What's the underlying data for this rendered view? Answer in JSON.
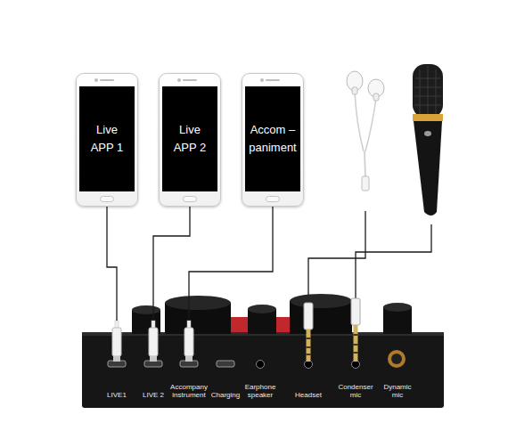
{
  "diagram": {
    "nodes": [
      {
        "text": [
          "Live APP 1"
        ]
      },
      {
        "text": [
          "Live APP 2"
        ]
      },
      {
        "text": [
          "Accom – paniment"
        ]
      },
      {
        "text": [
          "LIVE1"
        ]
      },
      {
        "text": [
          "LIVE 2"
        ]
      },
      {
        "text": [
          "Accompany instrument"
        ]
      },
      {
        "text": [
          "Charging"
        ]
      },
      {
        "text": [
          "Earphone speaker"
        ]
      },
      {
        "text": [
          "Headset"
        ]
      },
      {
        "text": [
          "Condenser mic"
        ]
      },
      {
        "text": [
          "Dynamic mic"
        ]
      }
    ],
    "edges": [
      {
        "from": 0,
        "to": 3,
        "arrow": "none"
      },
      {
        "from": 1,
        "to": 4,
        "arrow": "none"
      },
      {
        "from": 2,
        "to": 5,
        "arrow": "none"
      }
    ]
  }
}
